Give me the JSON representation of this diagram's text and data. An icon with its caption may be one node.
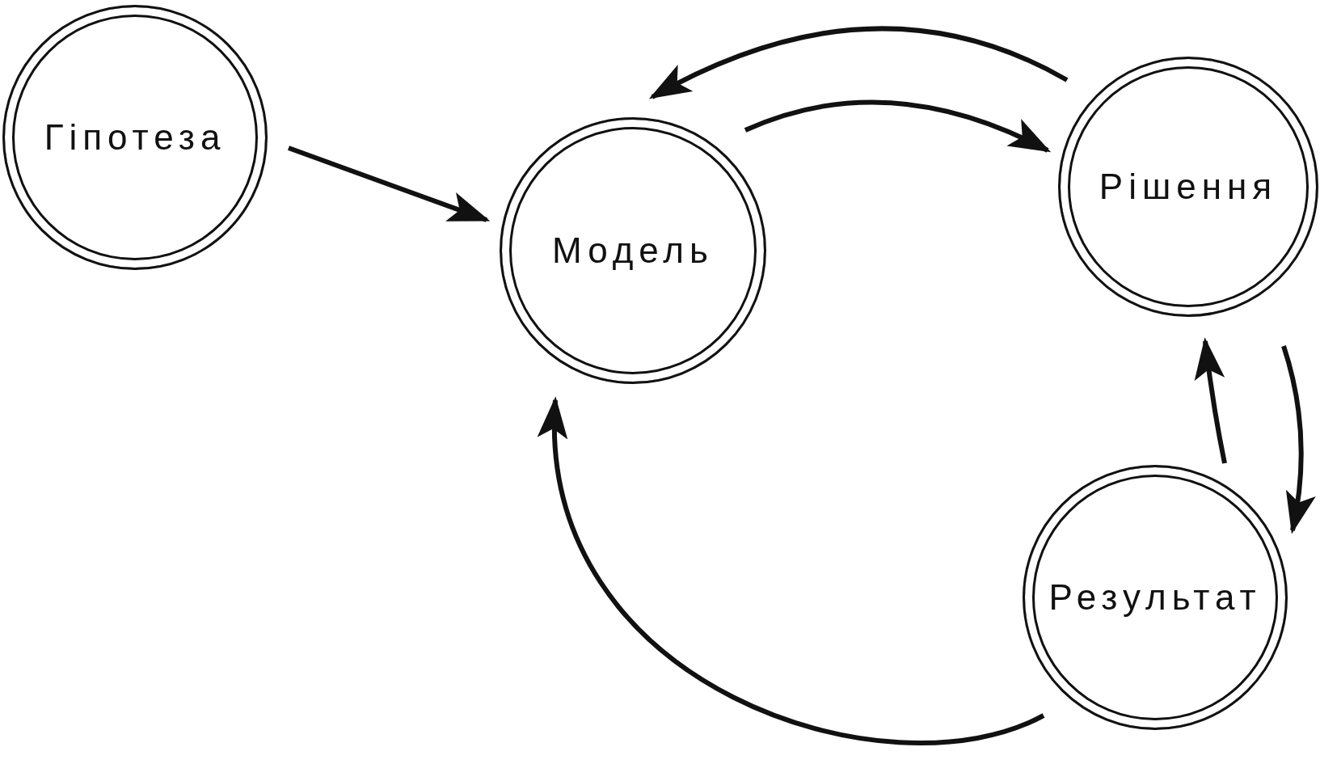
{
  "diagram": {
    "nodes": [
      {
        "text": [
          "Гіпотеза"
        ]
      },
      {
        "text": [
          "Модель"
        ]
      },
      {
        "text": [
          "Рішення"
        ]
      },
      {
        "text": [
          "Результат"
        ]
      }
    ],
    "edges": [
      {
        "from": 0,
        "to": 1,
        "arrow": "to"
      },
      {
        "from": 2,
        "to": 1,
        "arrow": "to"
      },
      {
        "from": 1,
        "to": 2,
        "arrow": "to"
      },
      {
        "from": 3,
        "to": 2,
        "arrow": "to"
      },
      {
        "from": 2,
        "to": 3,
        "arrow": "to"
      },
      {
        "from": 3,
        "to": 1,
        "arrow": "to"
      }
    ]
  }
}
